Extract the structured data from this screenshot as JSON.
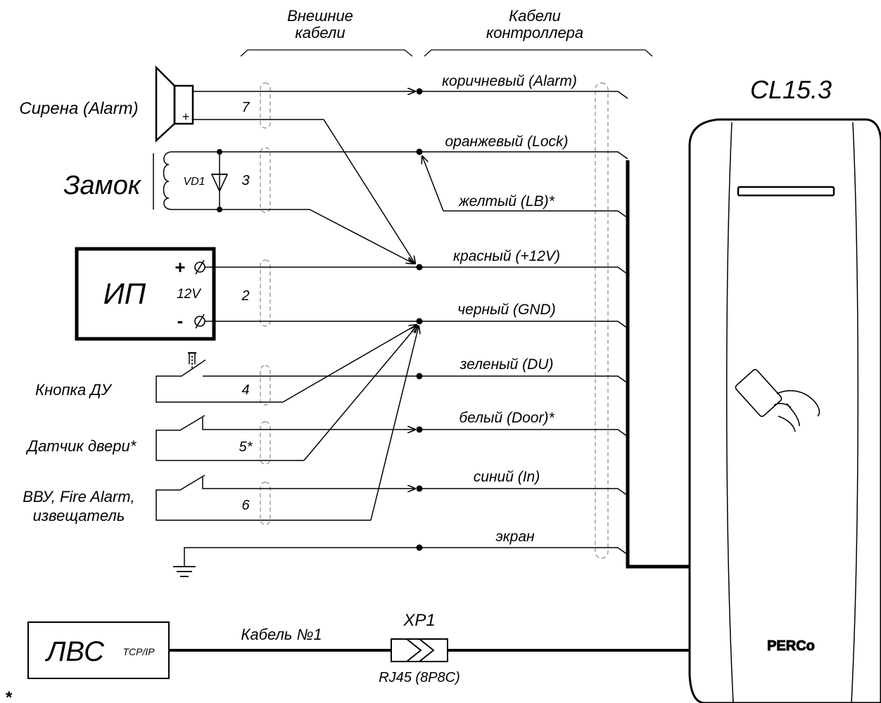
{
  "headers": {
    "external": [
      "Внешние",
      "кабели"
    ],
    "controller": [
      "Кабели",
      "контроллера"
    ]
  },
  "device": {
    "model": "CL15.3",
    "brand": "PERCo"
  },
  "devices": {
    "siren": "Сирена (Alarm)",
    "siren_plus": "+",
    "lock": "Замок",
    "diode": "VD1",
    "psu": "ИП",
    "psu_voltage": "12V",
    "psu_plus": "+",
    "psu_minus": "-",
    "button": "Кнопка ДУ",
    "door_sensor": "Датчик двери*",
    "vvu_line1": "ВВУ, Fire Alarm,",
    "vvu_line2": "извещатель",
    "lan": "ЛВС",
    "lan_proto": "TCP/IP"
  },
  "cable_numbers": {
    "siren": "7",
    "lock": "3",
    "psu": "2",
    "button": "4",
    "door": "5*",
    "vvu": "6"
  },
  "wires": {
    "brown": "коричневый (Alarm)",
    "orange": "оранжевый (Lock)",
    "yellow": "желтый (LB)*",
    "red": "красный (+12V)",
    "black": "черный (GND)",
    "green": "зеленый (DU)",
    "white": "белый (Door)*",
    "blue": "синий (In)",
    "screen": "экран"
  },
  "network": {
    "cable": "Кабель №1",
    "connector": "XP1",
    "connector_type": "RJ45 (8P8C)"
  },
  "footnote": {
    "mark": "*"
  }
}
